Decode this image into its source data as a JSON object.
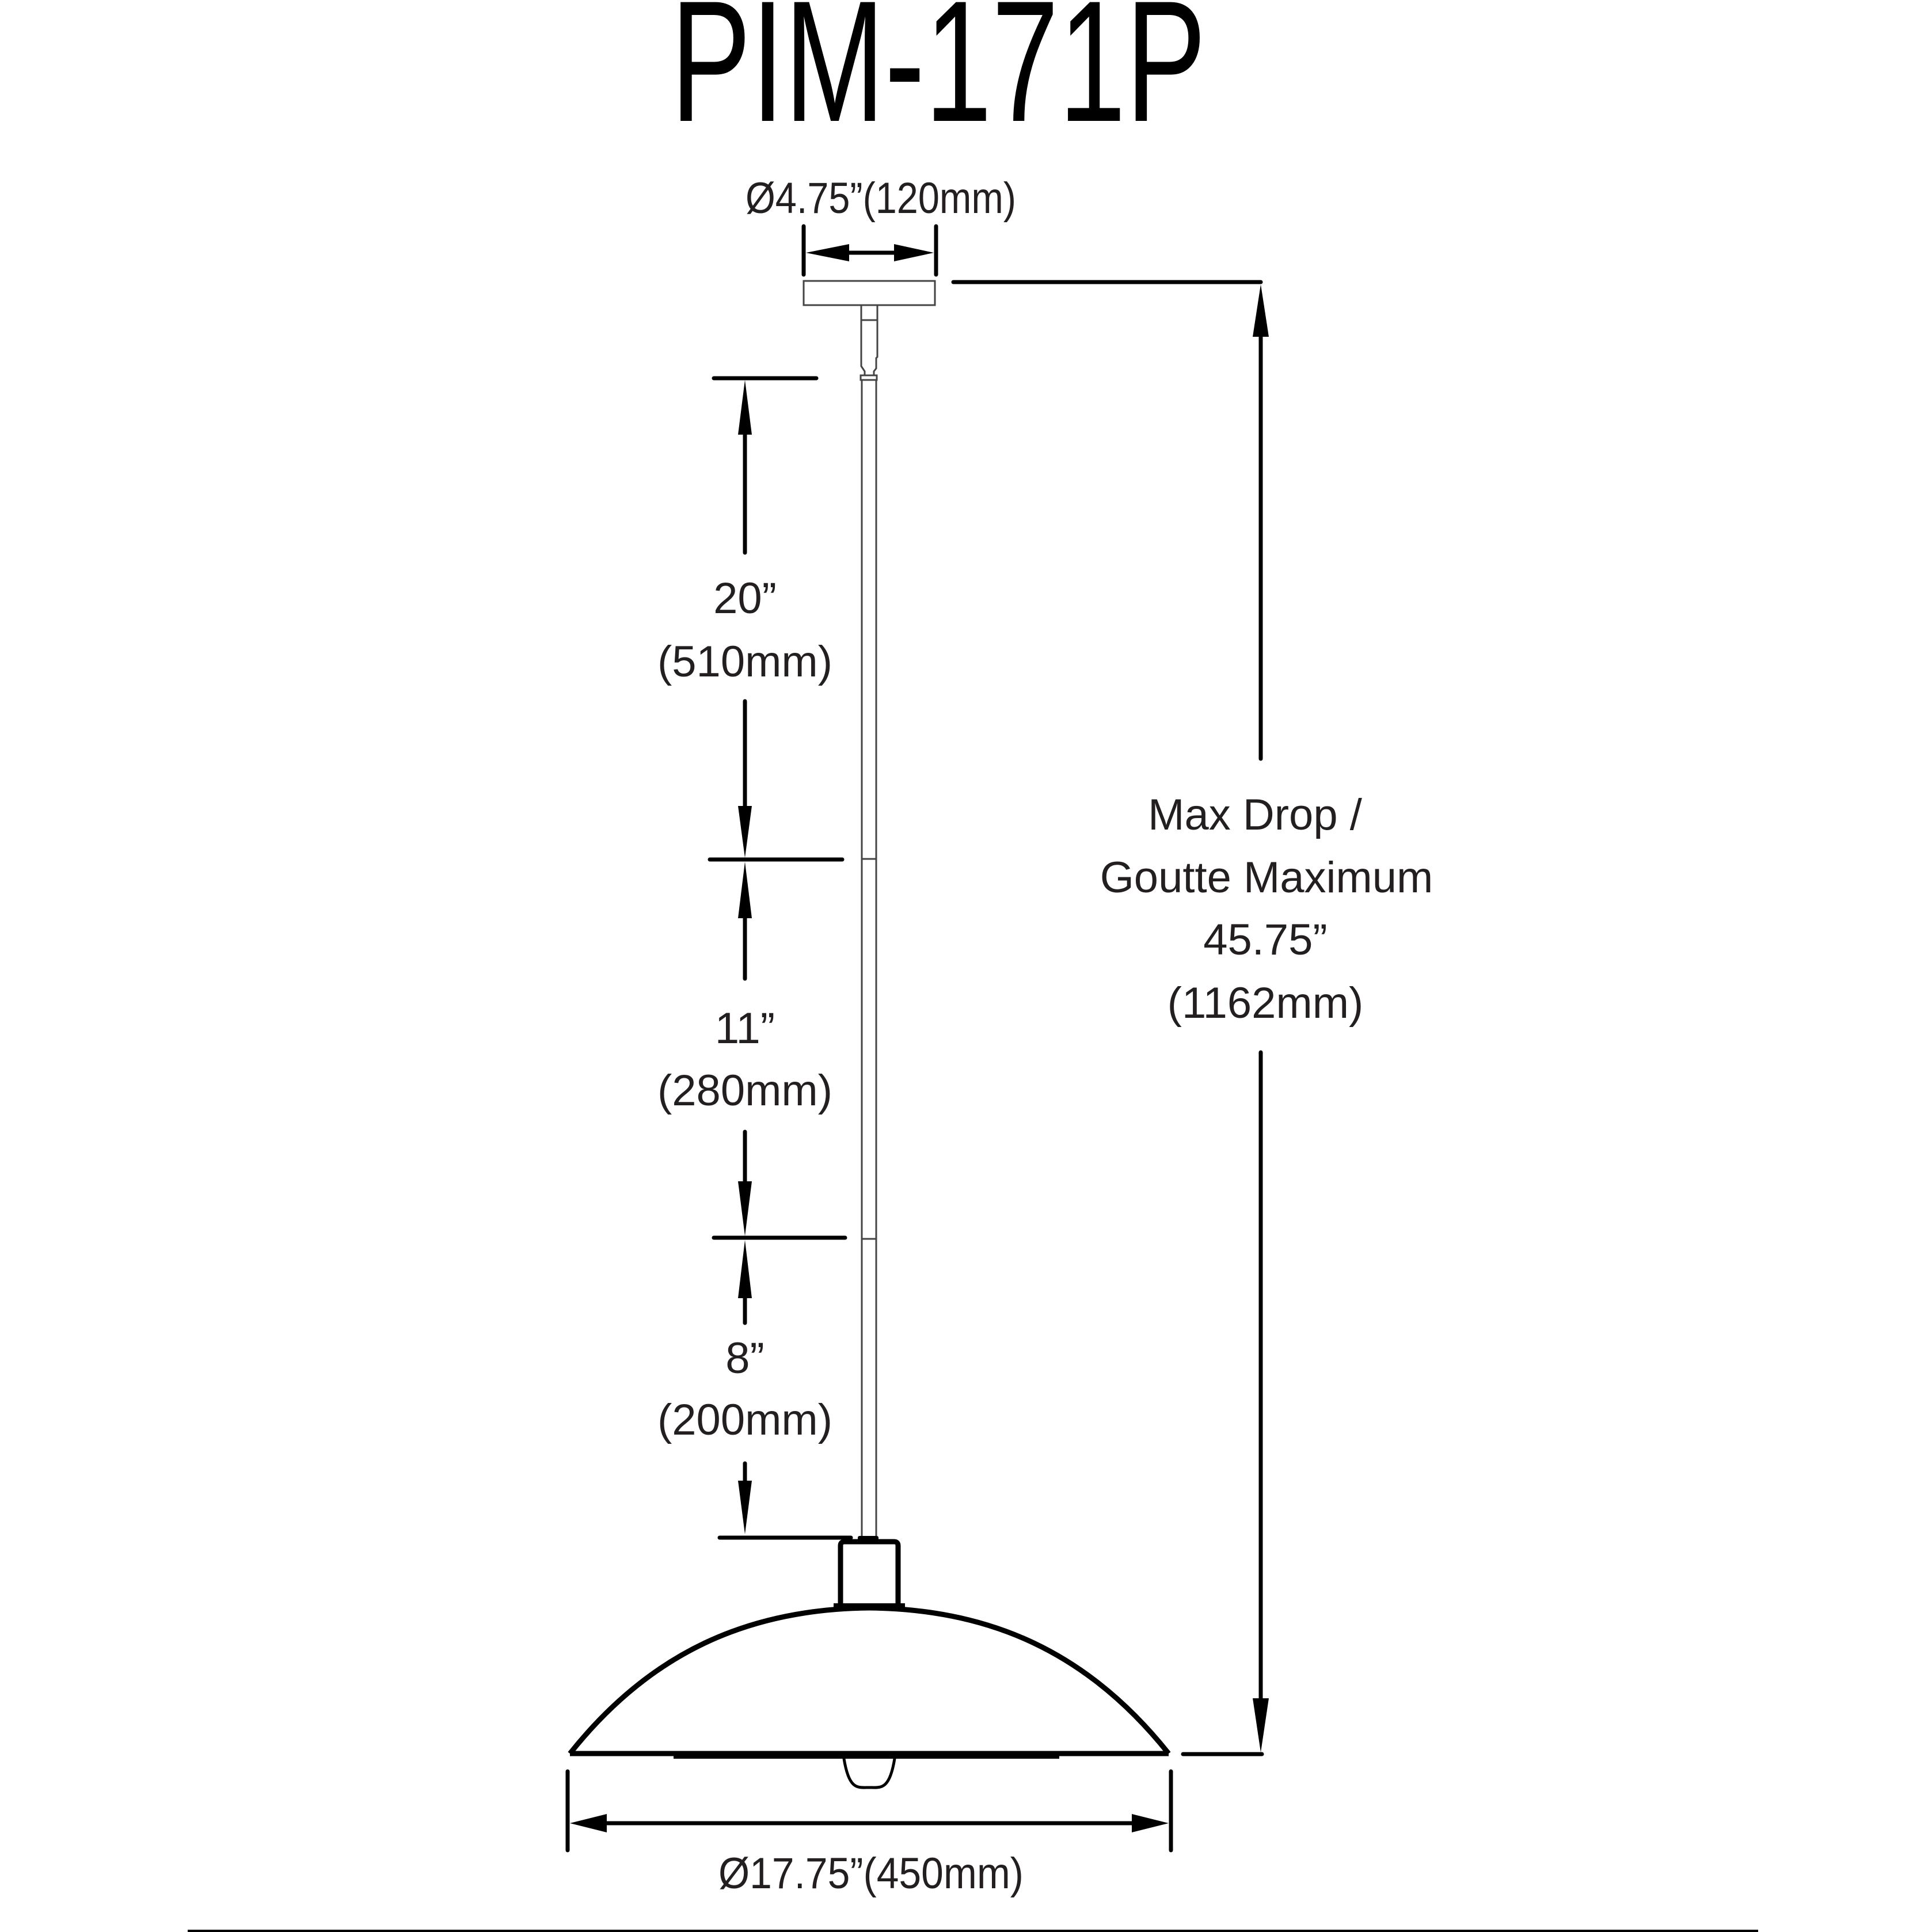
{
  "title": "PIM-171P",
  "dimensions": {
    "canopy_diameter": "Ø4.75”(120mm)",
    "rod_1": {
      "inches": "20”",
      "mm": "(510mm)"
    },
    "rod_2": {
      "inches": "11”",
      "mm": "(280mm)"
    },
    "rod_3": {
      "inches": "8”",
      "mm": "(200mm)"
    },
    "max_drop": {
      "line1": "Max Drop /",
      "line2": "Goutte Maximum",
      "inches": "45.75”",
      "mm": "(1162mm)"
    },
    "shade_diameter": "Ø17.75”(450mm)"
  },
  "colors": {
    "line": "#000000",
    "text": "#231f20",
    "background": "#ffffff"
  }
}
